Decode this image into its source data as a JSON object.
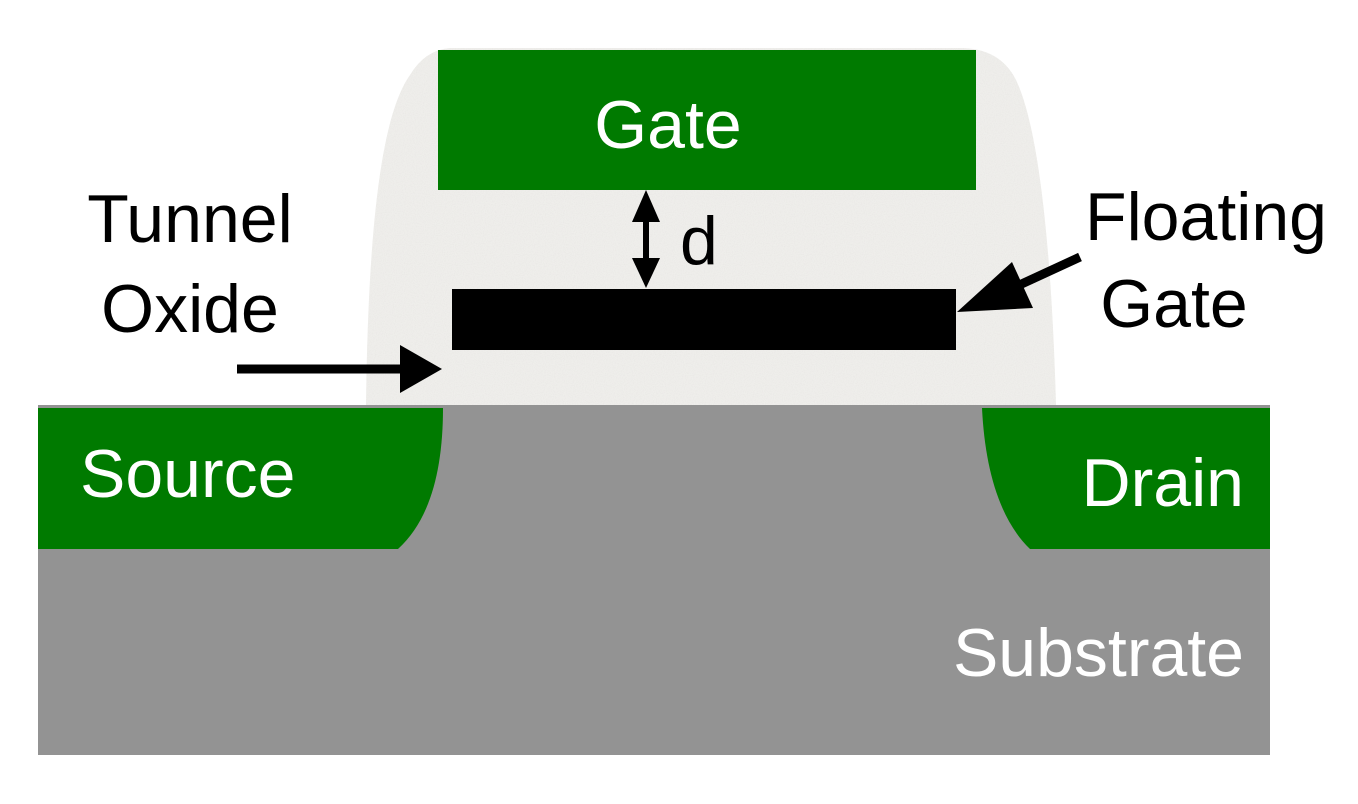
{
  "labels": {
    "gate": "Gate",
    "d": "d",
    "tunnel_oxide_line1": "Tunnel",
    "tunnel_oxide_line2": "Oxide",
    "floating_gate_line1": "Floating",
    "floating_gate_line2": "Gate",
    "source": "Source",
    "drain": "Drain",
    "substrate": "Substrate"
  },
  "colors": {
    "background": "#ffffff",
    "electrode_green": "#007a00",
    "substrate_gray": "#939393",
    "oxide_speckle": "#dedcd8",
    "floating_gate_black": "#000000",
    "label_white": "#ffffff",
    "label_black": "#000000"
  }
}
